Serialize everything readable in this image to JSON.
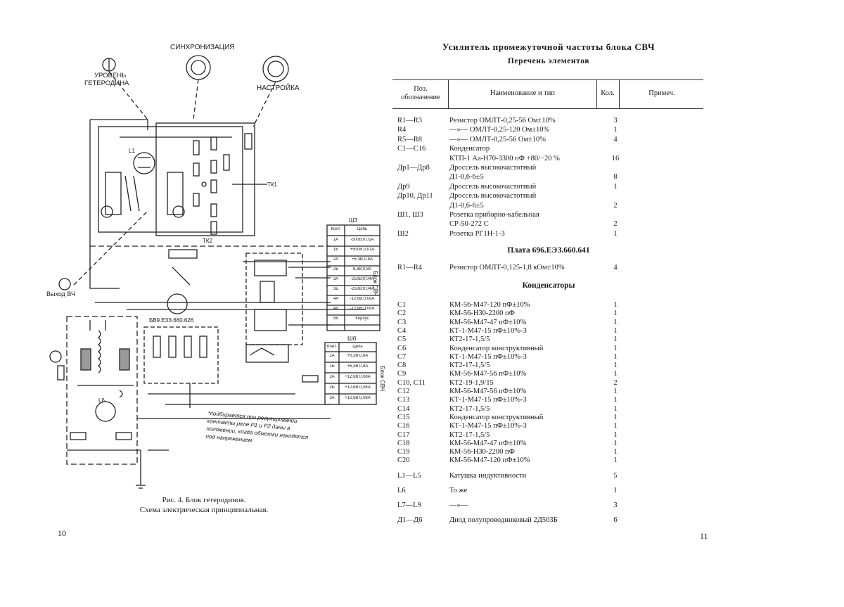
{
  "left_page": {
    "labels": {
      "sync": "СИНХРОНИЗАЦИЯ",
      "tune": "НАСТРОЙКА",
      "level_line1": "УРОВЕНЬ",
      "level_line2": "ГЕТЕРОДИНА",
      "output": "Выход ВЧ",
      "board": "БВ9.ЕЗЗ.660.626",
      "w3": "Ш3",
      "w6": "Ш6",
      "tk1": "ТК1",
      "tk2": "ТК2",
      "block_svch": "Блок СВЧ",
      "block_svch2": "Блок СВЧ",
      "l1_label": "L1",
      "l6_label": "L6"
    },
    "connector_w3": {
      "header": [
        "Конт.",
        "Цепь"
      ],
      "rows": [
        [
          "1А",
          "-500В;0,01А"
        ],
        [
          "1Б",
          "+500В;0,01А"
        ],
        [
          "2А",
          "+6,3В;0,8А"
        ],
        [
          "2Б",
          "6,3В;0,8А"
        ],
        [
          "3А",
          "-250В;0,04А"
        ],
        [
          "3Б",
          "-250В;0,04А"
        ],
        [
          "4А",
          "-12,6В;0,08А"
        ],
        [
          "4Б",
          "-12,6В;0,08А"
        ],
        [
          "5Б",
          "Корпус"
        ]
      ]
    },
    "connector_w6": {
      "header": [
        "Конт.",
        "Цепь"
      ],
      "rows": [
        [
          "1А",
          "+6,3В;0,8А"
        ],
        [
          "1Б",
          "+6,3В;0,8А"
        ],
        [
          "2А",
          "+12,6В;0,08А"
        ],
        [
          "2Б",
          "+12,6В;0,08А"
        ],
        [
          "3А",
          "+12,6В;0,08А"
        ]
      ]
    },
    "note": [
      "*подбирается при регулировании",
      "контакты реле Р1 и Р2 даны в",
      "положении, когда обмотки находятся",
      "под напряжением."
    ],
    "caption_line1": "Рис. 4. Блок гетеродинов.",
    "caption_line2": "Схема электрическая принципиальная.",
    "page_number": "10"
  },
  "right_page": {
    "title": "Усилитель промежуточной частоты блока СВЧ",
    "subtitle": "Перечень элементов",
    "table_header": {
      "pos_line1": "Поз.",
      "pos_line2": "обозначение",
      "name": "Наименование и тип",
      "qty": "Кол.",
      "note": "Примеч."
    },
    "rows_a": [
      [
        "R1—R3",
        "Резистор ОМЛТ-0,25-56 Ом±10%",
        "3"
      ],
      [
        "R4",
        "—»— ОМЛТ-0,25-120 Ом±10%",
        "1"
      ],
      [
        "R5—R8",
        "—»— ОМЛТ-0,25-56 Ом±10%",
        "4"
      ],
      [
        "C1—C16",
        "Конденсатор",
        ""
      ],
      [
        "",
        "КТП-1 Аа-Н70-3300 пФ +80/−20 %",
        "16"
      ],
      [
        "Др1—Др8",
        "Дроссель высокочастотный",
        ""
      ],
      [
        "",
        "Д1-0,6-6±5",
        "8"
      ],
      [
        "Др9",
        "Дроссель высокочастотный",
        "1"
      ],
      [
        "Др10, Др11",
        "Дроссель высокочастотный",
        ""
      ],
      [
        "",
        "Д1-0,6-6±5",
        "2"
      ],
      [
        "Ш1, Ш3",
        "Розетка приборно-кабельная",
        ""
      ],
      [
        "",
        "СР-50-272 С",
        "2"
      ],
      [
        "Ш2",
        "Розетка РГ1Н-1-3",
        "1"
      ]
    ],
    "section_plate": "Плата 696.ЕЭЗ.660.641",
    "rows_b": [
      [
        "R1—R4",
        "Резистор ОМЛТ-0,125-1,8 кОм±10%",
        "4"
      ]
    ],
    "section_caps": "Конденсаторы",
    "rows_c": [
      [
        "C1",
        "КМ-56-М47-120 пФ±10%",
        "1"
      ],
      [
        "C2",
        "КМ-56-Н30-2200 пФ",
        "1"
      ],
      [
        "C3",
        "КМ-56-М47-47 пФ±10%",
        "1"
      ],
      [
        "C4",
        "КТ-1-М47-15 пФ±10%-3",
        "1"
      ],
      [
        "C5",
        "КТ2-17-1,5/5",
        "1"
      ],
      [
        "C6",
        "Конденсатор конструктивный",
        "1"
      ],
      [
        "C7",
        "КТ-1-М47-15 пФ±10%-3",
        "1"
      ],
      [
        "C8",
        "КТ2-17-1,5/5",
        "1"
      ],
      [
        "C9",
        "КМ-56-М47-56 пФ±10%",
        "1"
      ],
      [
        "C10, C11",
        "КТ2-19-1,9/15",
        "2"
      ],
      [
        "C12",
        "КМ-56-М47-56 пФ±10%",
        "1"
      ],
      [
        "C13",
        "КТ-1-М47-15 пФ±10%-3",
        "1"
      ],
      [
        "C14",
        "КТ2-17-1,5/5",
        "1"
      ],
      [
        "C15",
        "Конденсатор конструктивный",
        "1"
      ],
      [
        "C16",
        "КТ-1-М47-15 пФ±10%-3",
        "1"
      ],
      [
        "C17",
        "КТ2-17-1,5/5",
        "1"
      ],
      [
        "C18",
        "КМ-56-М47-47 пФ±10%",
        "1"
      ],
      [
        "C19",
        "КМ-56-Н30-2200 пФ",
        "1"
      ],
      [
        "C20",
        "КМ-56-М47-120 пФ±10%",
        "1"
      ]
    ],
    "rows_d": [
      [
        "L1—L5",
        "Катушка индуктивности",
        "5"
      ],
      [
        "L6",
        "То же",
        "1"
      ],
      [
        "L7—L9",
        "—»—",
        "3"
      ],
      [
        "Д1—Д6",
        "Диод полупроводниковый 2Д503Б",
        "6"
      ]
    ],
    "page_number": "11"
  }
}
